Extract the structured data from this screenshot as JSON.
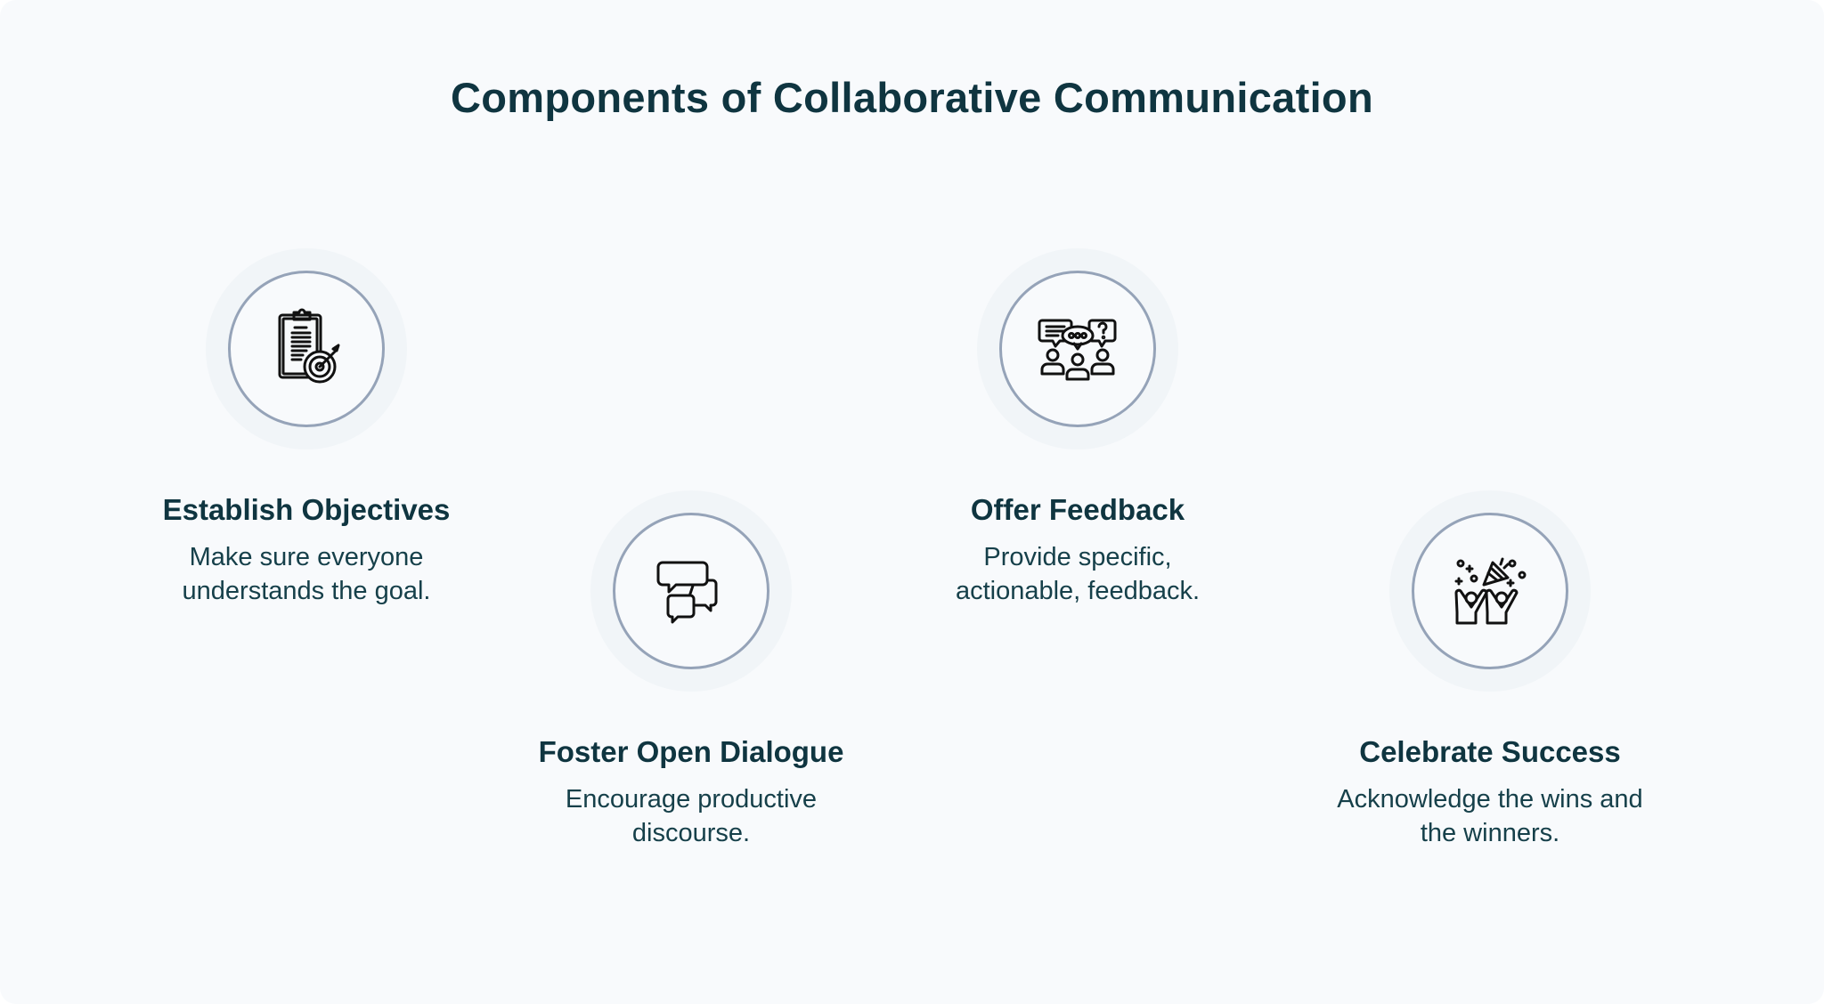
{
  "title": "Components of Collaborative Communication",
  "colors": {
    "background": "#f8fafc",
    "text": "#0f3540",
    "ring": "#95a3b8",
    "halo": "#f1f5f8",
    "icon": "#111111"
  },
  "items": [
    {
      "icon": "clipboard-target-icon",
      "heading": "Establish Objectives",
      "desc_lines": [
        "Make sure everyone",
        "understands the goal."
      ]
    },
    {
      "icon": "chat-bubbles-icon",
      "heading": "Foster Open Dialogue",
      "desc_lines": [
        "Encourage productive",
        "discourse."
      ]
    },
    {
      "icon": "group-conversation-icon",
      "heading": "Offer Feedback",
      "desc_lines": [
        "Provide specific,",
        "actionable, feedback."
      ]
    },
    {
      "icon": "celebration-icon",
      "heading": "Celebrate Success",
      "desc_lines": [
        "Acknowledge the wins and",
        "the winners."
      ]
    }
  ]
}
